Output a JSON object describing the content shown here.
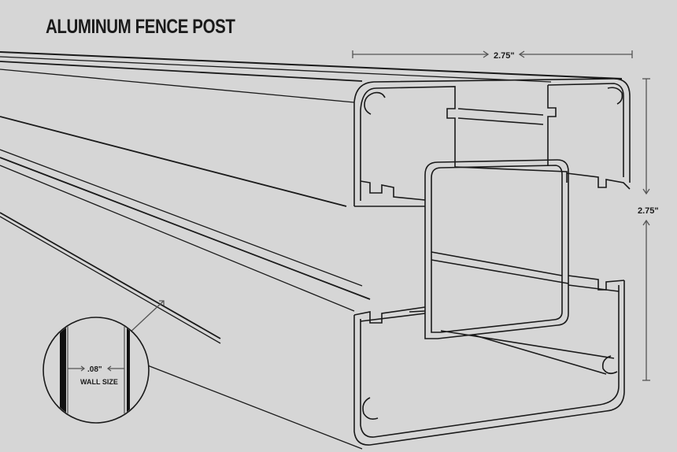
{
  "title": "ALUMINUM FENCE POST",
  "dimensions": {
    "width_label": "2.75\"",
    "height_label": "2.75\"",
    "wall_thickness_label": ".08\"",
    "wall_caption": "WALL SIZE"
  },
  "colors": {
    "background": "#d6d6d6",
    "line": "#1a1a1a",
    "dimension_line": "#555555"
  }
}
